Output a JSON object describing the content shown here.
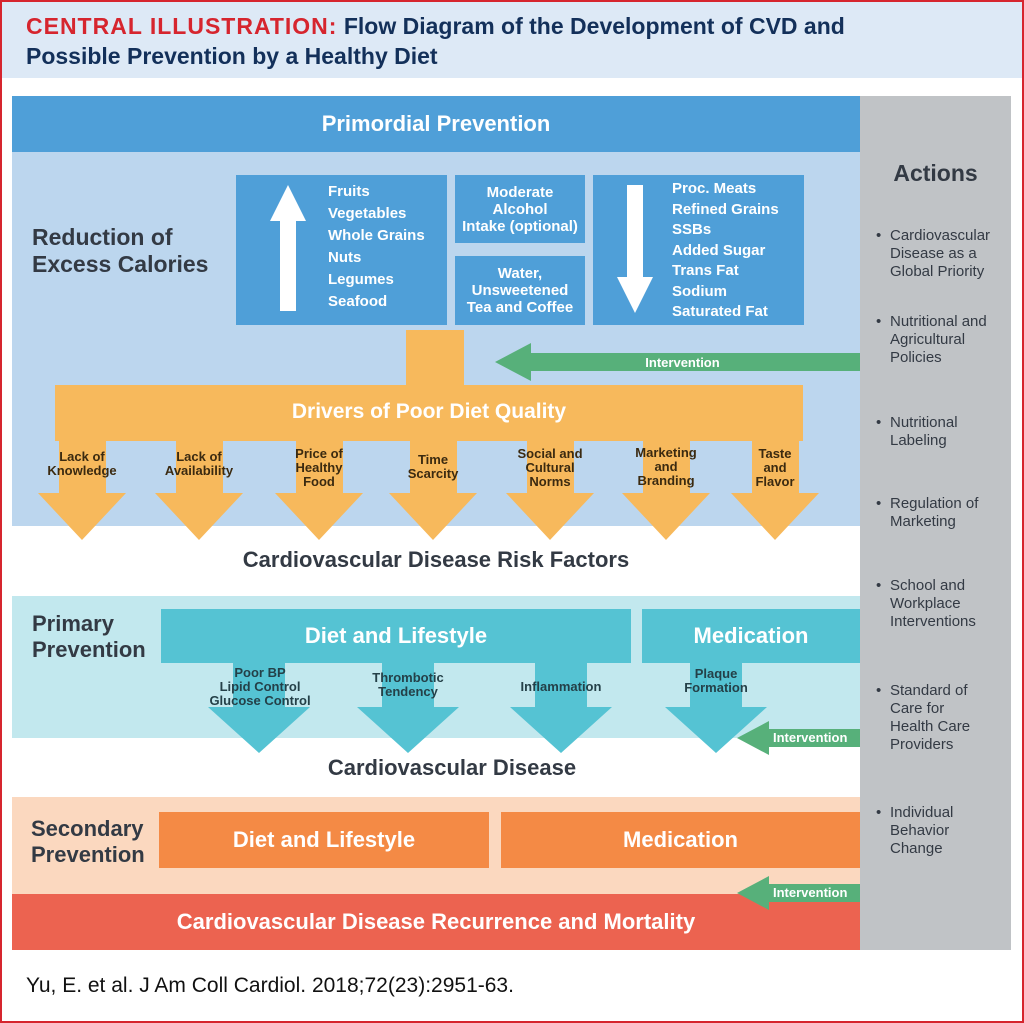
{
  "header": {
    "prefix": "CENTRAL ILLUSTRATION:",
    "title_line1": "Flow Diagram of the Development of CVD and",
    "title_line2": "Possible Prevention by a Healthy Diet"
  },
  "primordial": {
    "banner": "Primordial Prevention",
    "side_label": [
      "Reduction of",
      "Excess Calories"
    ],
    "increase_foods": [
      "Fruits",
      "Vegetables",
      "Whole Grains",
      "Nuts",
      "Legumes",
      "Seafood"
    ],
    "moderate_box": [
      "Moderate",
      "Alcohol",
      "Intake (optional)"
    ],
    "water_box": [
      "Water,",
      "Unsweetened",
      "Tea and Coffee"
    ],
    "decrease_foods": [
      "Proc. Meats",
      "Refined Grains",
      "SSBs",
      "Added Sugar",
      "Trans Fat",
      "Sodium",
      "Saturated Fat"
    ],
    "intervention": "Intervention",
    "drivers_title": "Drivers of Poor Diet Quality",
    "drivers": [
      [
        "Lack of",
        "Knowledge"
      ],
      [
        "Lack of",
        "Availability"
      ],
      [
        "Price of",
        "Healthy",
        "Food"
      ],
      [
        "Time",
        "Scarcity"
      ],
      [
        "Social and",
        "Cultural",
        "Norms"
      ],
      [
        "Marketing",
        "and",
        "Branding"
      ],
      [
        "Taste",
        "and",
        "Flavor"
      ]
    ],
    "outcome": "Cardiovascular Disease Risk Factors"
  },
  "primary": {
    "side_label": [
      "Primary",
      "Prevention"
    ],
    "diet_banner": "Diet and Lifestyle",
    "medication_banner": "Medication",
    "mechanisms": [
      [
        "Poor BP",
        "Lipid Control",
        "Glucose Control"
      ],
      [
        "Thrombotic",
        "Tendency"
      ],
      [
        "Inflammation"
      ],
      [
        "Plaque",
        "Formation"
      ]
    ],
    "intervention": "Intervention",
    "outcome": "Cardiovascular Disease"
  },
  "secondary": {
    "side_label": [
      "Secondary",
      "Prevention"
    ],
    "diet_box": "Diet and Lifestyle",
    "medication_box": "Medication",
    "intervention": "Intervention",
    "outcome_banner": "Cardiovascular Disease Recurrence and Mortality"
  },
  "actions": {
    "title": "Actions",
    "items": [
      [
        "Cardiovascular",
        "Disease as a",
        "Global Priority"
      ],
      [
        "Nutritional and",
        "Agricultural",
        "Policies"
      ],
      [
        "Nutritional",
        "Labeling"
      ],
      [
        "Regulation of",
        "Marketing"
      ],
      [
        "School and",
        "Workplace",
        "Interventions"
      ],
      [
        "Standard of",
        "Care for",
        "Health Care",
        "Providers"
      ],
      [
        "Individual",
        "Behavior",
        "Change"
      ]
    ],
    "bullet": "•"
  },
  "citation": "Yu, E. et al. J Am Coll Cardiol. 2018;72(23):2951-63.",
  "colors": {
    "red": "#d6252e",
    "navy": "#13305a",
    "blue_banner": "#4f9fd8",
    "blue_light": "#bcd6ee",
    "orange_arrow": "#f7b95c",
    "teal": "#55c3d3",
    "teal_light": "#c2e8ee",
    "orange_box": "#f48a45",
    "peach": "#fbd8bf",
    "red_banner": "#ec6350",
    "green": "#57b07a",
    "gray_panel": "#c0c3c6"
  }
}
